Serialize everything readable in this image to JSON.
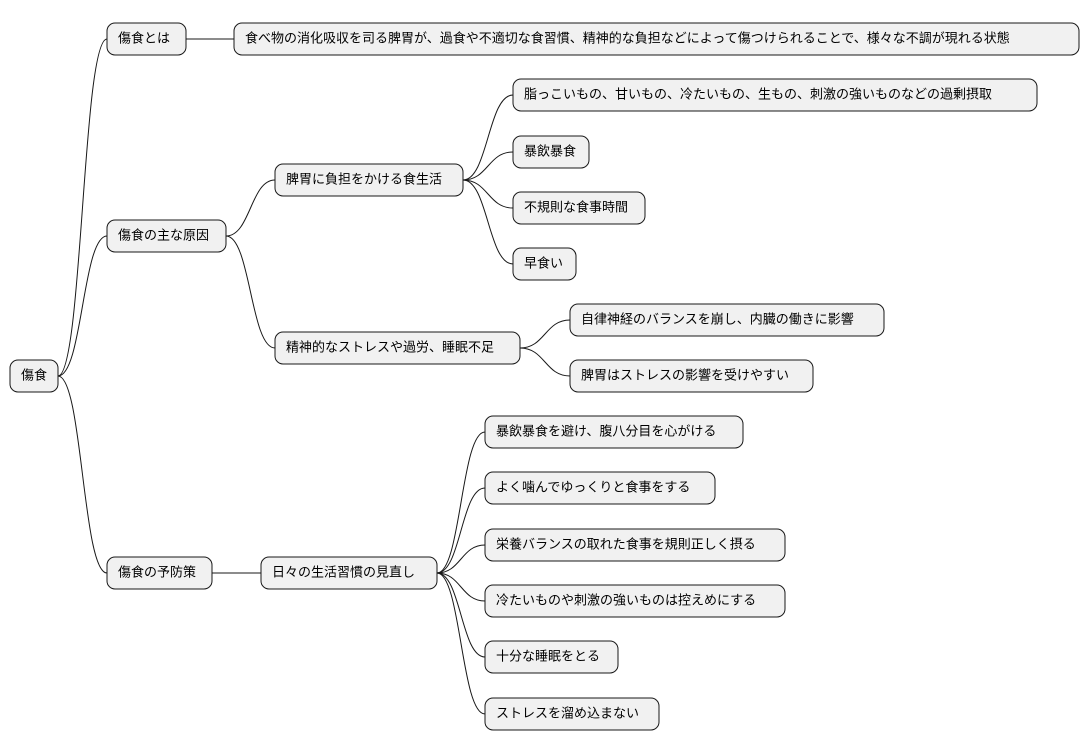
{
  "mindmap": {
    "root": {
      "label": "傷食",
      "children": [
        {
          "label": "傷食とは",
          "children": [
            {
              "label": "食べ物の消化吸収を司る脾胃が、過食や不適切な食習慣、精神的な負担などによって傷つけられることで、様々な不調が現れる状態"
            }
          ]
        },
        {
          "label": "傷食の主な原因",
          "children": [
            {
              "label": "脾胃に負担をかける食生活",
              "children": [
                {
                  "label": "脂っこいもの、甘いもの、冷たいもの、生もの、刺激の強いものなどの過剰摂取"
                },
                {
                  "label": "暴飲暴食"
                },
                {
                  "label": "不規則な食事時間"
                },
                {
                  "label": "早食い"
                }
              ]
            },
            {
              "label": "精神的なストレスや過労、睡眠不足",
              "children": [
                {
                  "label": "自律神経のバランスを崩し、内臓の働きに影響"
                },
                {
                  "label": "脾胃はストレスの影響を受けやすい"
                }
              ]
            }
          ]
        },
        {
          "label": "傷食の予防策",
          "children": [
            {
              "label": "日々の生活習慣の見直し",
              "children": [
                {
                  "label": "暴飲暴食を避け、腹八分目を心がける"
                },
                {
                  "label": "よく噛んでゆっくりと食事をする"
                },
                {
                  "label": "栄養バランスの取れた食事を規則正しく摂る"
                },
                {
                  "label": "冷たいものや刺激の強いものは控えめにする"
                },
                {
                  "label": "十分な睡眠をとる"
                },
                {
                  "label": "ストレスを溜め込まない"
                }
              ]
            }
          ]
        }
      ]
    }
  }
}
